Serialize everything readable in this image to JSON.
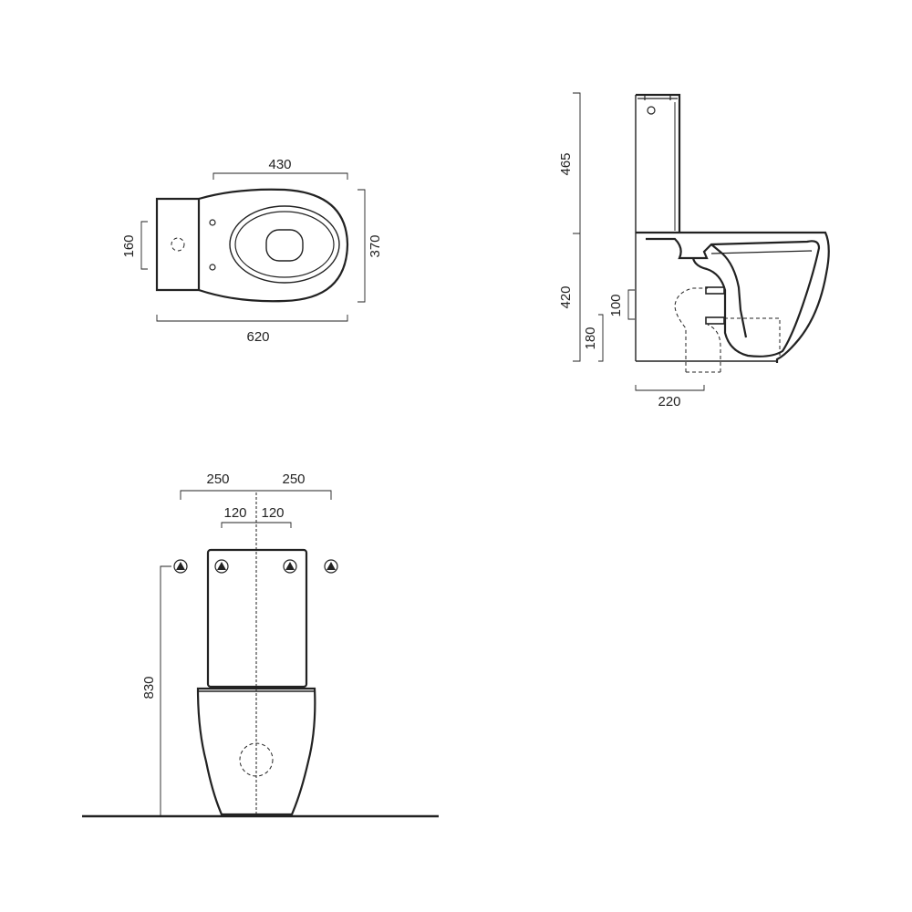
{
  "plan_view": {
    "dim_width_top": "430",
    "dim_total_length": "620",
    "dim_depth_right": "370",
    "dim_fixing_left": "160"
  },
  "side_view": {
    "dim_cistern_height": "465",
    "dim_bowl_height": "420",
    "dim_outlet_100": "100",
    "dim_outlet_180": "180",
    "dim_outlet_220": "220"
  },
  "front_view": {
    "dim_left_250": "250",
    "dim_right_250": "250",
    "dim_left_120": "120",
    "dim_right_120": "120",
    "dim_total_height": "830"
  },
  "colors": {
    "line": "#222222",
    "background": "#ffffff"
  }
}
